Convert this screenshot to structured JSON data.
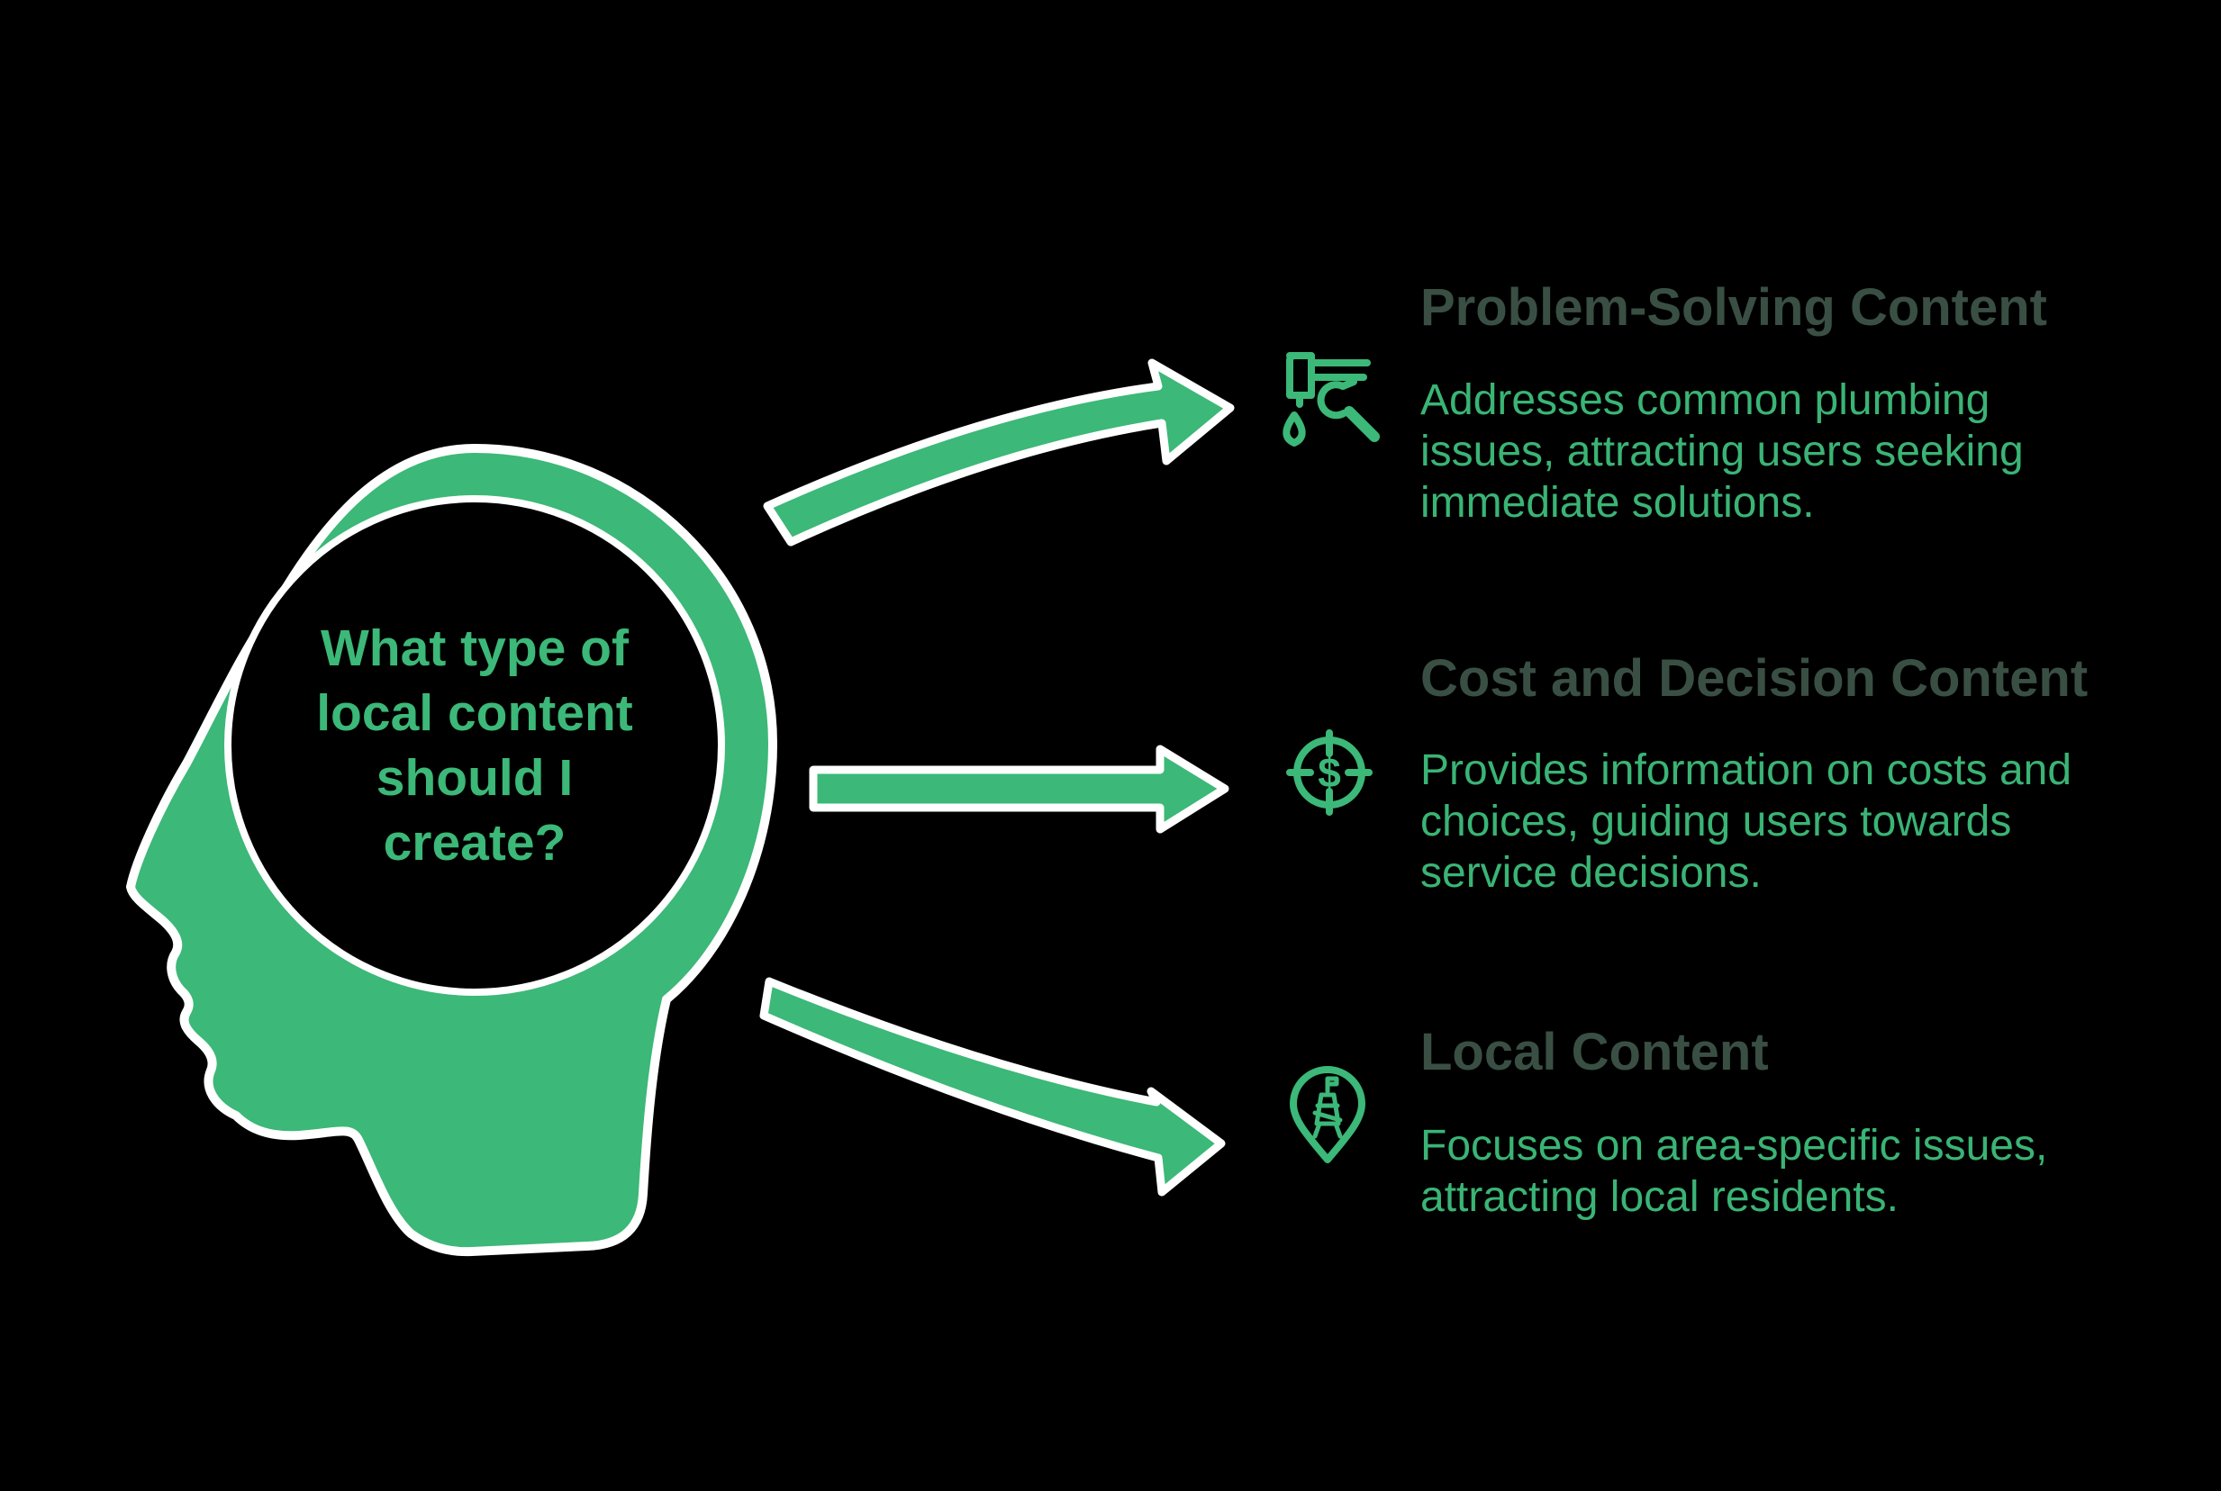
{
  "colors": {
    "green": "#3cb878",
    "text_green": "#3ab475",
    "heading": "#3a4f44",
    "outline": "#ffffff",
    "background": "#000000"
  },
  "head": {
    "question_lines": [
      "What type of",
      "local content",
      "should I",
      "create?"
    ],
    "shape": "human-head-profile-silhouette",
    "brain_area": "black-circle"
  },
  "graphics": {
    "arrow_names": [
      "curved-up-arrow",
      "straight-right-arrow",
      "curved-down-arrow"
    ]
  },
  "items": [
    {
      "title": "Problem-Solving Content",
      "icon": "plumbing-faucet-drop-wrench-icon",
      "description_lines": [
        "Addresses common plumbing",
        "issues, attracting users seeking",
        "immediate solutions."
      ]
    },
    {
      "title": "Cost and Decision Content",
      "icon": "dollar-target-icon",
      "symbol": "$",
      "description_lines": [
        "Provides information on costs and",
        "choices, guiding users towards",
        "service decisions."
      ]
    },
    {
      "title": "Local Content",
      "icon": "map-pin-landmark-icon",
      "description_lines": [
        "Focuses on area-specific issues,",
        "attracting local residents."
      ]
    }
  ]
}
